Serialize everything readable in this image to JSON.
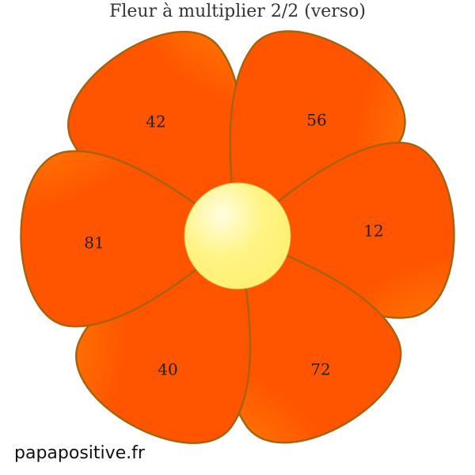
{
  "title": "Fleur à multiplier 2/2 (verso)",
  "footer": "papapositive.fr",
  "petals": [
    {
      "label": "42"
    },
    {
      "label": "56"
    },
    {
      "label": "12"
    },
    {
      "label": "72"
    },
    {
      "label": "40"
    },
    {
      "label": "81"
    }
  ],
  "colors": {
    "petal_outer": "#ff5a00",
    "petal_inner": "#ffe600",
    "outline": "#a8620c",
    "center": "#fff27a"
  }
}
